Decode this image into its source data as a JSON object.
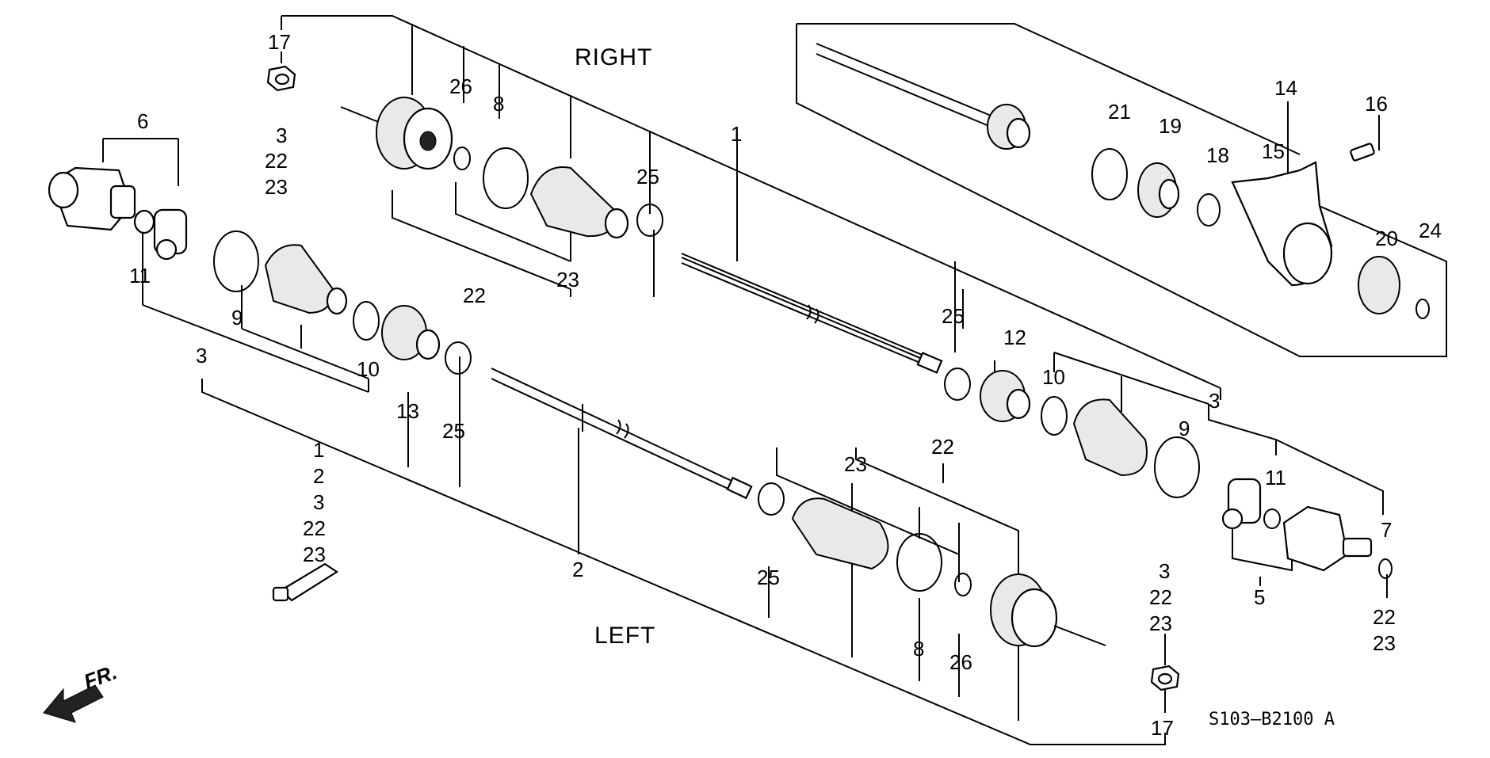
{
  "titles": {
    "right": "RIGHT",
    "left": "LEFT"
  },
  "front_arrow": "FR.",
  "part_code": "S103—B2100 A",
  "labels": [
    {
      "id": "l-17a",
      "text": "17"
    },
    {
      "id": "l-3a",
      "text": "3"
    },
    {
      "id": "l-22a",
      "text": "22"
    },
    {
      "id": "l-23a",
      "text": "23"
    },
    {
      "id": "l-6",
      "text": "6"
    },
    {
      "id": "l-11a",
      "text": "11"
    },
    {
      "id": "l-9a",
      "text": "9"
    },
    {
      "id": "l-3b",
      "text": "3"
    },
    {
      "id": "l-10a",
      "text": "10"
    },
    {
      "id": "l-13",
      "text": "13"
    },
    {
      "id": "l-25a",
      "text": "25"
    },
    {
      "id": "l-26a",
      "text": "26"
    },
    {
      "id": "l-8a",
      "text": "8"
    },
    {
      "id": "l-25b",
      "text": "25"
    },
    {
      "id": "l-22b",
      "text": "22"
    },
    {
      "id": "l-23b",
      "text": "23"
    },
    {
      "id": "l-1a",
      "text": "1"
    },
    {
      "id": "l-s1",
      "text": "1"
    },
    {
      "id": "l-s2",
      "text": "2"
    },
    {
      "id": "l-s3",
      "text": "3"
    },
    {
      "id": "l-s22",
      "text": "22"
    },
    {
      "id": "l-s23",
      "text": "23"
    },
    {
      "id": "l-2",
      "text": "2"
    },
    {
      "id": "l-25c",
      "text": "25"
    },
    {
      "id": "l-23c",
      "text": "23"
    },
    {
      "id": "l-22c",
      "text": "22"
    },
    {
      "id": "l-8b",
      "text": "8"
    },
    {
      "id": "l-26b",
      "text": "26"
    },
    {
      "id": "l-25d",
      "text": "25"
    },
    {
      "id": "l-12",
      "text": "12"
    },
    {
      "id": "l-10b",
      "text": "10"
    },
    {
      "id": "l-9b",
      "text": "9"
    },
    {
      "id": "l-3c",
      "text": "3"
    },
    {
      "id": "l-11b",
      "text": "11"
    },
    {
      "id": "l-7",
      "text": "7"
    },
    {
      "id": "l-5",
      "text": "5"
    },
    {
      "id": "l-22d",
      "text": "22"
    },
    {
      "id": "l-23d",
      "text": "23"
    },
    {
      "id": "l-3d",
      "text": "3"
    },
    {
      "id": "l-22e",
      "text": "22"
    },
    {
      "id": "l-23e",
      "text": "23"
    },
    {
      "id": "l-17b",
      "text": "17"
    },
    {
      "id": "l-14",
      "text": "14"
    },
    {
      "id": "l-16",
      "text": "16"
    },
    {
      "id": "l-21",
      "text": "21"
    },
    {
      "id": "l-19",
      "text": "19"
    },
    {
      "id": "l-18",
      "text": "18"
    },
    {
      "id": "l-15",
      "text": "15"
    },
    {
      "id": "l-20",
      "text": "20"
    },
    {
      "id": "l-24",
      "text": "24"
    }
  ]
}
